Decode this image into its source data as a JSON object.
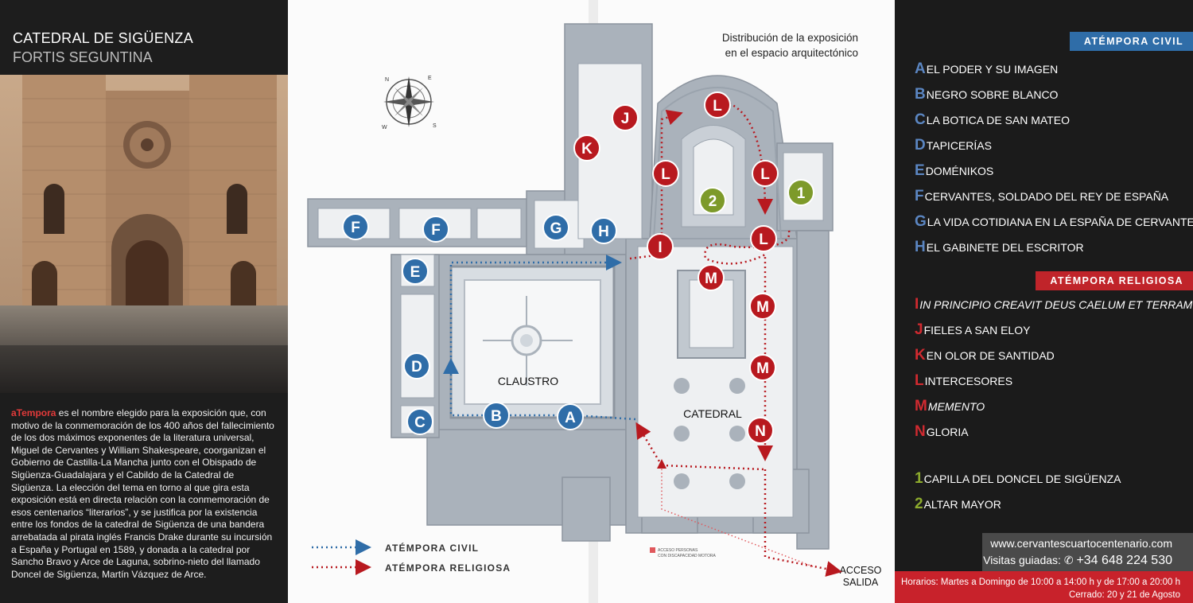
{
  "left": {
    "title": "CATEDRAL DE SIGÜENZA",
    "subtitle": "FORTIS SEGUNTINA",
    "intro_highlight": "aTempora",
    "intro_text": " es el nombre elegido para la exposición que, con motivo de la conmemoración de los 400 años del fallecimiento de los dos máximos exponentes de la literatura universal, Miguel de Cervantes y William Shakespeare, coorganizan el Gobierno de Castilla-La Mancha junto con el Obispado de Sigüenza-Guadalajara y el Cabildo de la Catedral de Sigüenza. La elección del tema en torno al que gira esta exposición está en directa relación con la conmemoración de esos centenarios “literarios”, y se justifica por la existencia entre los fondos de la catedral de Sigüenza de una bandera arrebatada al pirata inglés Francis Drake durante su incursión a España y Portugal en 1589, y donada a la catedral por Sancho Bravo y Arce de Laguna, sobrino-nieto del llamado Doncel de Sigüenza, Martín Vázquez de Arce."
  },
  "map": {
    "heading_line1": "Distribución de la exposición",
    "heading_line2": "en el espacio arquitectónico",
    "label_claustro": "CLAUSTRO",
    "label_catedral": "CATEDRAL",
    "label_acceso": "ACCESO",
    "label_salida": "SALIDA",
    "accessible_line1": "ACCESO PERSONAS",
    "accessible_line2": "CON DISCAPACIDAD MOTORA",
    "legend_civil": "ATÉMPORA CIVIL",
    "legend_religiosa": "ATÉMPORA RELIGIOSA",
    "compass_letters": [
      "N",
      "E",
      "S",
      "W"
    ],
    "colors": {
      "civil": "#2f6da8",
      "religiosa": "#b8191f",
      "green": "#7d9a2a",
      "walls": "#9aa3ad"
    },
    "markers": [
      {
        "letter": "F",
        "color": "blue"
      },
      {
        "letter": "F",
        "color": "blue"
      },
      {
        "letter": "G",
        "color": "blue"
      },
      {
        "letter": "H",
        "color": "blue"
      },
      {
        "letter": "E",
        "color": "blue"
      },
      {
        "letter": "D",
        "color": "blue"
      },
      {
        "letter": "C",
        "color": "blue"
      },
      {
        "letter": "B",
        "color": "blue"
      },
      {
        "letter": "A",
        "color": "blue"
      },
      {
        "letter": "J",
        "color": "red"
      },
      {
        "letter": "K",
        "color": "red"
      },
      {
        "letter": "L",
        "color": "red"
      },
      {
        "letter": "L",
        "color": "red"
      },
      {
        "letter": "L",
        "color": "red"
      },
      {
        "letter": "L",
        "color": "red"
      },
      {
        "letter": "I",
        "color": "red"
      },
      {
        "letter": "M",
        "color": "red"
      },
      {
        "letter": "M",
        "color": "red"
      },
      {
        "letter": "M",
        "color": "red"
      },
      {
        "letter": "N",
        "color": "red"
      },
      {
        "letter": "1",
        "color": "green"
      },
      {
        "letter": "2",
        "color": "green"
      }
    ]
  },
  "right": {
    "civil_header": "ATÉMPORA CIVIL",
    "civil_items": [
      {
        "letter": "A",
        "text": "EL PODER Y SU IMAGEN"
      },
      {
        "letter": "B",
        "text": "NEGRO SOBRE BLANCO"
      },
      {
        "letter": "C",
        "text": "LA BOTICA DE SAN MATEO"
      },
      {
        "letter": "D",
        "text": "TAPICERÍAS"
      },
      {
        "letter": "E",
        "text": "DOMÉNIKOS"
      },
      {
        "letter": "F",
        "text": "CERVANTES, SOLDADO DEL REY DE ESPAÑA"
      },
      {
        "letter": "G",
        "text": "LA VIDA COTIDIANA EN LA ESPAÑA DE CERVANTES"
      },
      {
        "letter": "H",
        "text": "EL GABINETE DEL ESCRITOR"
      }
    ],
    "religiosa_header": "ATÉMPORA RELIGIOSA",
    "religiosa_items": [
      {
        "letter": "I",
        "text": "IN PRINCIPIO CREAVIT DEUS CAELUM ET TERRAM"
      },
      {
        "letter": "J",
        "text": "FIELES A SAN ELOY"
      },
      {
        "letter": "K",
        "text": "EN OLOR DE SANTIDAD"
      },
      {
        "letter": "L",
        "text": "INTERCESORES"
      },
      {
        "letter": "M",
        "text": "MEMENTO"
      },
      {
        "letter": "N",
        "text": "GLORIA"
      }
    ],
    "green_items": [
      {
        "letter": "1",
        "text": "CAPILLA DEL DONCEL DE SIGÜENZA"
      },
      {
        "letter": "2",
        "text": "ALTAR MAYOR"
      }
    ],
    "website": "www.cervantescuartocentenario.com",
    "visits_label": "Visitas guiadas:",
    "phone": "+34 648 224 530",
    "hours_line1": "Horarios: Martes a Domingo de 10:00 a 14:00 h y de 17:00 a 20:00 h",
    "hours_line2": "Cerrado: 20 y 21 de Agosto"
  }
}
